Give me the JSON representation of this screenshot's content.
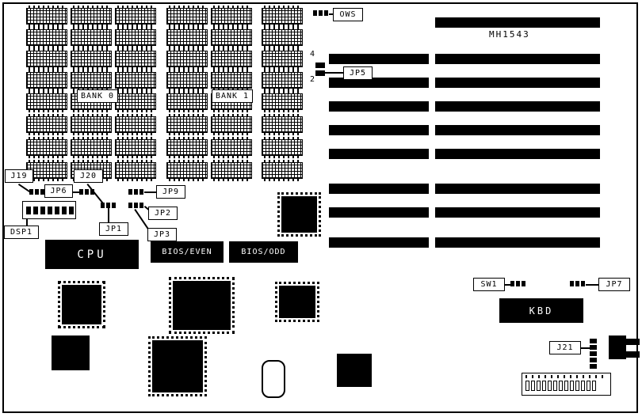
{
  "board": {
    "model": "MH1543"
  },
  "colors": {
    "ink": "#000000",
    "background": "#ffffff"
  },
  "labels": {
    "ows": "OWS",
    "jp5": "JP5",
    "jp5_top": "4",
    "jp5_bottom": "2",
    "bank0": "BANK 0",
    "bank1": "BANK 1",
    "j19": "J19",
    "j20": "J20",
    "jp6": "JP6",
    "jp9": "JP9",
    "jp2": "JP2",
    "jp1": "JP1",
    "jp3": "JP3",
    "dsp1": "DSP1",
    "cpu": "CPU",
    "bios_even": "BIOS/EVEN",
    "bios_odd": "BIOS/ODD",
    "sw1": "SW1",
    "jp7": "JP7",
    "kbd": "KBD",
    "j21": "J21"
  }
}
